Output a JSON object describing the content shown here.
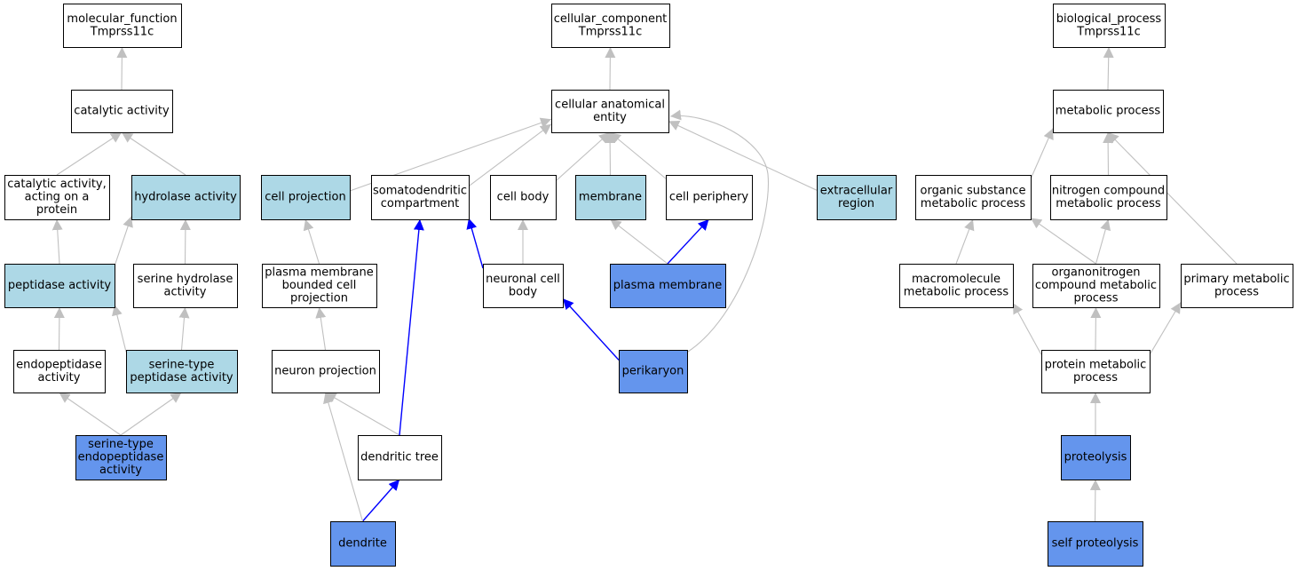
{
  "colors": {
    "plain": "#ffffff",
    "light": "#add8e6",
    "strong": "#6495ed",
    "edge_gray": "#c0c0c0",
    "edge_blue": "#0000ff"
  },
  "nodes": [
    {
      "id": "mf",
      "lines": [
        "molecular_function",
        "Tmprss11c"
      ],
      "style": "plain"
    },
    {
      "id": "cat",
      "lines": [
        "catalytic activity"
      ],
      "style": "plain"
    },
    {
      "id": "catprot",
      "lines": [
        "catalytic activity,",
        "acting on a",
        "protein"
      ],
      "style": "plain"
    },
    {
      "id": "hydro",
      "lines": [
        "hydrolase activity"
      ],
      "style": "light"
    },
    {
      "id": "pep",
      "lines": [
        "peptidase activity"
      ],
      "style": "light"
    },
    {
      "id": "serhyd",
      "lines": [
        "serine hydrolase",
        "activity"
      ],
      "style": "plain"
    },
    {
      "id": "endo",
      "lines": [
        "endopeptidase",
        "activity"
      ],
      "style": "plain"
    },
    {
      "id": "sertype",
      "lines": [
        "serine-type",
        "peptidase activity"
      ],
      "style": "light"
    },
    {
      "id": "serendo",
      "lines": [
        "serine-type",
        "endopeptidase",
        "activity"
      ],
      "style": "strong"
    },
    {
      "id": "cc",
      "lines": [
        "cellular_component",
        "Tmprss11c"
      ],
      "style": "plain"
    },
    {
      "id": "cae",
      "lines": [
        "cellular anatomical",
        "entity"
      ],
      "style": "plain"
    },
    {
      "id": "cellproj",
      "lines": [
        "cell projection"
      ],
      "style": "light"
    },
    {
      "id": "soma",
      "lines": [
        "somatodendritic",
        "compartment"
      ],
      "style": "plain"
    },
    {
      "id": "cellbody",
      "lines": [
        "cell body"
      ],
      "style": "plain"
    },
    {
      "id": "membrane",
      "lines": [
        "membrane"
      ],
      "style": "light"
    },
    {
      "id": "periph",
      "lines": [
        "cell periphery"
      ],
      "style": "plain"
    },
    {
      "id": "extra",
      "lines": [
        "extracellular",
        "region"
      ],
      "style": "light"
    },
    {
      "id": "pmbcp",
      "lines": [
        "plasma membrane",
        "bounded cell",
        "projection"
      ],
      "style": "plain"
    },
    {
      "id": "neurbody",
      "lines": [
        "neuronal cell",
        "body"
      ],
      "style": "plain"
    },
    {
      "id": "plasmamem",
      "lines": [
        "plasma membrane"
      ],
      "style": "strong"
    },
    {
      "id": "neurproj",
      "lines": [
        "neuron projection"
      ],
      "style": "plain"
    },
    {
      "id": "perik",
      "lines": [
        "perikaryon"
      ],
      "style": "strong"
    },
    {
      "id": "dtree",
      "lines": [
        "dendritic tree"
      ],
      "style": "plain"
    },
    {
      "id": "dendrite",
      "lines": [
        "dendrite"
      ],
      "style": "strong"
    },
    {
      "id": "bp",
      "lines": [
        "biological_process",
        "Tmprss11c"
      ],
      "style": "plain"
    },
    {
      "id": "metab",
      "lines": [
        "metabolic process"
      ],
      "style": "plain"
    },
    {
      "id": "orgsub",
      "lines": [
        "organic substance",
        "metabolic process"
      ],
      "style": "plain"
    },
    {
      "id": "nitro",
      "lines": [
        "nitrogen compound",
        "metabolic process"
      ],
      "style": "plain"
    },
    {
      "id": "macro",
      "lines": [
        "macromolecule",
        "metabolic process"
      ],
      "style": "plain"
    },
    {
      "id": "orgnitro",
      "lines": [
        "organonitrogen",
        "compound metabolic",
        "process"
      ],
      "style": "plain"
    },
    {
      "id": "primary",
      "lines": [
        "primary metabolic",
        "process"
      ],
      "style": "plain"
    },
    {
      "id": "protmet",
      "lines": [
        "protein metabolic",
        "process"
      ],
      "style": "plain"
    },
    {
      "id": "proteo",
      "lines": [
        "proteolysis"
      ],
      "style": "strong"
    },
    {
      "id": "selfprot",
      "lines": [
        "self proteolysis"
      ],
      "style": "strong"
    }
  ],
  "edges": [
    {
      "from": "cat",
      "to": "mf",
      "color": "gray"
    },
    {
      "from": "catprot",
      "to": "cat",
      "color": "gray"
    },
    {
      "from": "hydro",
      "to": "cat",
      "color": "gray"
    },
    {
      "from": "pep",
      "to": "catprot",
      "color": "gray"
    },
    {
      "from": "pep",
      "to": "hydro",
      "color": "gray"
    },
    {
      "from": "serhyd",
      "to": "hydro",
      "color": "gray"
    },
    {
      "from": "endo",
      "to": "pep",
      "color": "gray"
    },
    {
      "from": "sertype",
      "to": "pep",
      "color": "gray"
    },
    {
      "from": "sertype",
      "to": "serhyd",
      "color": "gray"
    },
    {
      "from": "serendo",
      "to": "endo",
      "color": "gray"
    },
    {
      "from": "serendo",
      "to": "sertype",
      "color": "gray"
    },
    {
      "from": "cae",
      "to": "cc",
      "color": "gray"
    },
    {
      "from": "cellproj",
      "to": "cae",
      "color": "gray"
    },
    {
      "from": "soma",
      "to": "cae",
      "color": "gray"
    },
    {
      "from": "cellbody",
      "to": "cae",
      "color": "gray"
    },
    {
      "from": "membrane",
      "to": "cae",
      "color": "gray"
    },
    {
      "from": "periph",
      "to": "cae",
      "color": "gray"
    },
    {
      "from": "extra",
      "to": "cae",
      "color": "gray"
    },
    {
      "from": "pmbcp",
      "to": "cellproj",
      "color": "gray"
    },
    {
      "from": "neurbody",
      "to": "cellbody",
      "color": "gray"
    },
    {
      "from": "neurbody",
      "to": "soma",
      "color": "blue"
    },
    {
      "from": "plasmamem",
      "to": "membrane",
      "color": "gray"
    },
    {
      "from": "plasmamem",
      "to": "periph",
      "color": "blue"
    },
    {
      "from": "neurproj",
      "to": "pmbcp",
      "color": "gray"
    },
    {
      "from": "perik",
      "to": "neurbody",
      "color": "blue"
    },
    {
      "from": "perik",
      "to": "cae",
      "color": "gray",
      "curve": true
    },
    {
      "from": "dtree",
      "to": "neurproj",
      "color": "gray"
    },
    {
      "from": "dtree",
      "to": "soma",
      "color": "blue"
    },
    {
      "from": "dendrite",
      "to": "dtree",
      "color": "blue"
    },
    {
      "from": "dendrite",
      "to": "neurproj",
      "color": "gray"
    },
    {
      "from": "metab",
      "to": "bp",
      "color": "gray"
    },
    {
      "from": "orgsub",
      "to": "metab",
      "color": "gray"
    },
    {
      "from": "nitro",
      "to": "metab",
      "color": "gray"
    },
    {
      "from": "primary",
      "to": "metab",
      "color": "gray"
    },
    {
      "from": "macro",
      "to": "orgsub",
      "color": "gray"
    },
    {
      "from": "orgnitro",
      "to": "orgsub",
      "color": "gray"
    },
    {
      "from": "orgnitro",
      "to": "nitro",
      "color": "gray"
    },
    {
      "from": "protmet",
      "to": "macro",
      "color": "gray"
    },
    {
      "from": "protmet",
      "to": "orgnitro",
      "color": "gray"
    },
    {
      "from": "protmet",
      "to": "primary",
      "color": "gray"
    },
    {
      "from": "proteo",
      "to": "protmet",
      "color": "gray"
    },
    {
      "from": "selfprot",
      "to": "proteo",
      "color": "gray"
    }
  ]
}
